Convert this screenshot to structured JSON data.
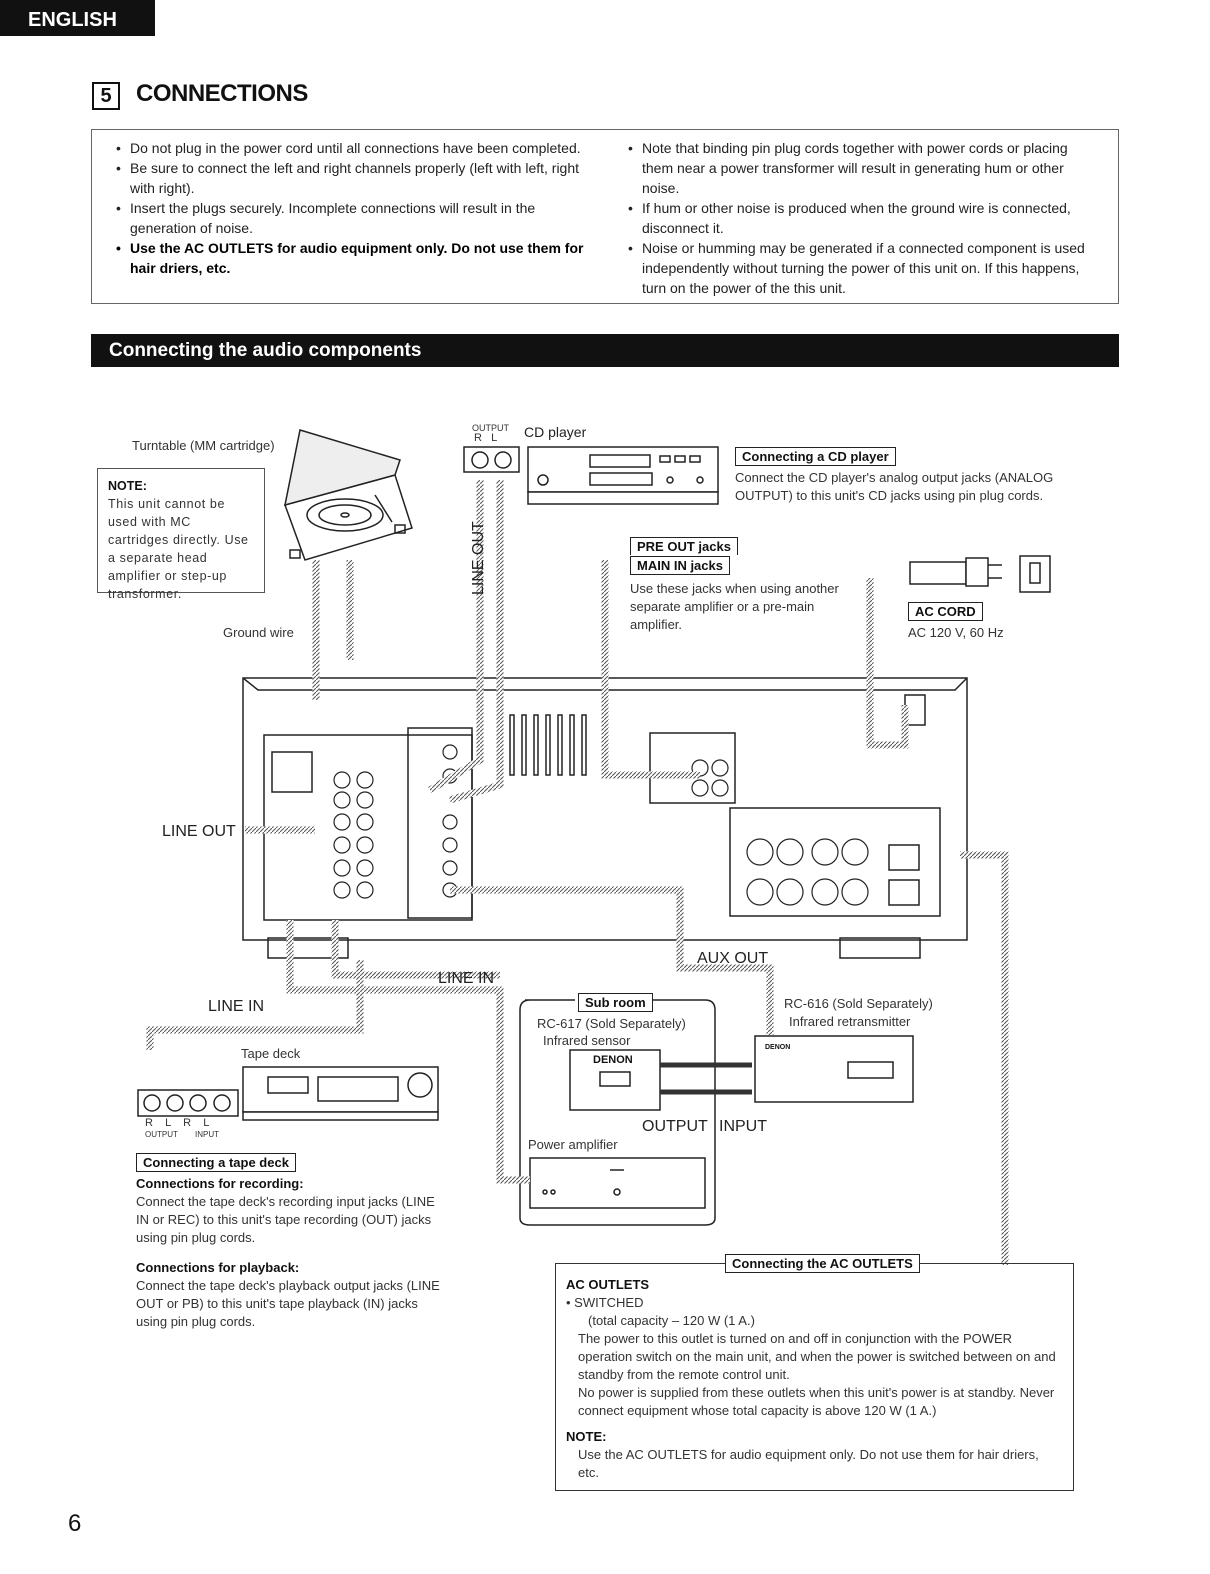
{
  "header": {
    "language": "ENGLISH",
    "section_number": "5",
    "section_title": "CONNECTIONS"
  },
  "cautions": {
    "left": [
      "Do not plug in the power cord until all connections have been completed.",
      "Be sure to connect the left and right channels properly (left with left, right with right).",
      "Insert the plugs securely. Incomplete connections will result in the generation of noise."
    ],
    "left_bold": "Use the AC OUTLETS for audio equipment only. Do not use them for hair driers, etc.",
    "right": [
      "Note that binding pin plug cords together with power cords or placing them near a power transformer will result in generating hum or other noise.",
      "If hum or other noise is produced when the ground wire is connected, disconnect it.",
      "Noise or humming may be generated if a connected component is used independently without turning the power of this unit on. If this happens, turn on the power of the this unit."
    ]
  },
  "section_bar": "Connecting the audio components",
  "diagram": {
    "turntable_label": "Turntable (MM cartridge)",
    "note_title": "NOTE:",
    "note_text": "This unit cannot be used with MC cartridges directly. Use a separate head amplifier or step-up transformer.",
    "ground_wire": "Ground wire",
    "cd_output_label": "OUTPUT",
    "cd_rl": "R   L",
    "cd_player": "CD player",
    "line_out_vertical": "LINE OUT",
    "connecting_cd_title": "Connecting a CD player",
    "connecting_cd_text": "Connect the CD player's analog output jacks (ANALOG OUTPUT) to this unit's CD jacks using pin plug cords.",
    "pre_out": "PRE OUT jacks",
    "main_in": "MAIN IN jacks",
    "pre_main_text": "Use these jacks when using another separate amplifier or a pre-main amplifier.",
    "ac_cord": "AC CORD",
    "ac_spec": "AC 120 V, 60 Hz",
    "line_out_left": "LINE OUT",
    "line_in_left": "LINE IN",
    "line_in_center": "LINE IN",
    "aux_out": "AUX OUT",
    "tape_deck": "Tape deck",
    "tape_rl": "R    L    R    L",
    "tape_output": "OUTPUT",
    "tape_input": "INPUT",
    "sub_room": "Sub room",
    "rc617": "RC-617 (Sold Separately)",
    "infrared_sensor": "Infrared sensor",
    "denon": "DENON",
    "rc616": "RC-616 (Sold Separately)",
    "infrared_retransmitter": "Infrared retransmitter",
    "output": "OUTPUT",
    "input": "INPUT",
    "power_amplifier": "Power amplifier"
  },
  "tape_section": {
    "title": "Connecting a tape deck",
    "rec_title": "Connections for recording:",
    "rec_text": "Connect the tape deck's recording input jacks (LINE IN or REC) to this unit's tape recording (OUT) jacks using pin plug cords.",
    "pb_title": "Connections for playback:",
    "pb_text": "Connect the tape deck's playback output jacks (LINE OUT or PB) to this unit's tape playback (IN) jacks using pin plug cords."
  },
  "ac_outlets": {
    "box_title": "Connecting the AC OUTLETS",
    "heading": "AC OUTLETS",
    "switched": "• SWITCHED",
    "capacity": "(total capacity – 120 W (1 A.)",
    "desc1": "The power to this outlet is turned on and off in conjunction with the POWER operation switch on the main unit, and when the power is switched between on and standby from the remote control unit.",
    "desc2": "No power is supplied from these outlets when this unit's power is at standby. Never connect equipment whose total capacity is above 120 W (1 A.)",
    "note_title": "NOTE:",
    "note_text": "Use the AC OUTLETS for audio equipment only. Do not use them for hair driers, etc."
  },
  "page_number": "6"
}
